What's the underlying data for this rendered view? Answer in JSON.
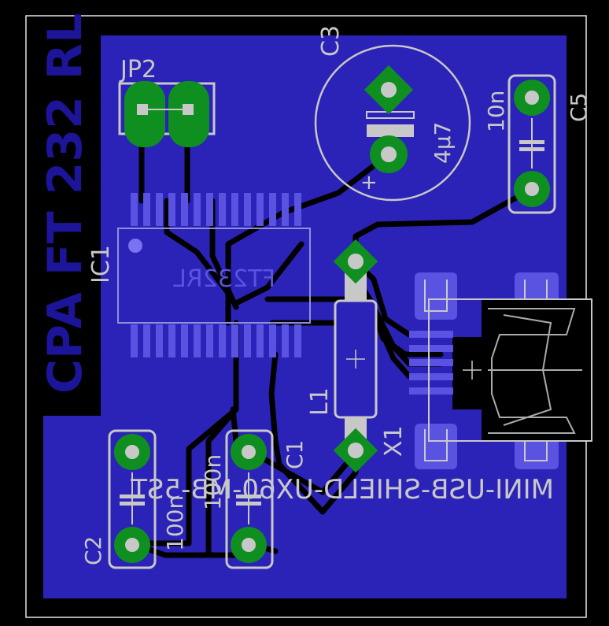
{
  "board": {
    "title_vertical": "CPA FT 232 RL",
    "colors": {
      "background": "#000000",
      "copper_pour": "#2b22b8",
      "trace": "#000000",
      "pad_green": "#0f8f1f",
      "silk_label": "#c8c8c8",
      "outline": "#e6e6e6",
      "smd_pad": "#5a52e0",
      "title_text": "#1d1599"
    }
  },
  "components": {
    "jp2": {
      "label": "JP2"
    },
    "c3": {
      "label": "C3",
      "value": "4µ7",
      "polarity": "+"
    },
    "c5": {
      "label": "C5",
      "value": "10n"
    },
    "ic1": {
      "label": "IC1",
      "part": "FT232RL"
    },
    "l1": {
      "label": "L1"
    },
    "x1": {
      "label": "X1",
      "part": "MINI-USB-SHIELD-UX60-MB-5ST"
    },
    "c1": {
      "label": "C1",
      "value": "100n"
    },
    "c2": {
      "label": "C2",
      "value": "100n"
    }
  }
}
